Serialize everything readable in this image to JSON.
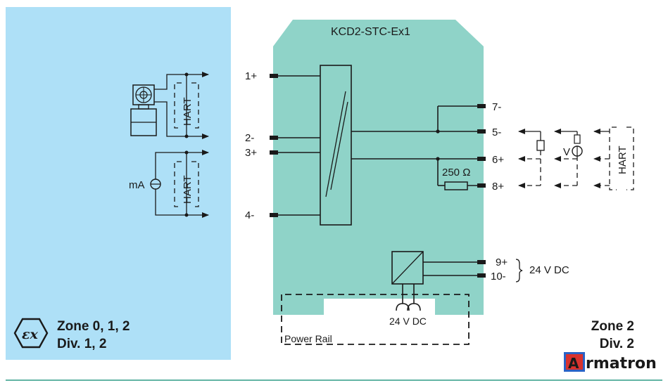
{
  "device": {
    "name": "KCD2-STC-Ex1"
  },
  "terminals": {
    "t1": "1+",
    "t2": "2-",
    "t3": "3+",
    "t4": "4-",
    "t5": "5-",
    "t6": "6+",
    "t7": "7-",
    "t8": "8+",
    "t9": "9+",
    "t10": "10-"
  },
  "labels": {
    "hart": "HART",
    "ma": "mA",
    "volt": "V",
    "resistor": "250 Ω",
    "supply": "24 V DC",
    "rail_supply": "24 V DC",
    "power_rail": "Power Rail"
  },
  "hazardous_area": {
    "zone": "Zone 0, 1, 2",
    "div": "Div. 1, 2",
    "color": "#aee0f7"
  },
  "safe_area": {
    "zone": "Zone 2",
    "div": "Div. 2"
  },
  "brand": {
    "letter": "A",
    "rest": "rmatron"
  },
  "colors": {
    "housing": "#8fd3c8",
    "footer_line": "#2f9c86",
    "brand_red": "#d8322e",
    "brand_blue": "#2a63c6"
  }
}
